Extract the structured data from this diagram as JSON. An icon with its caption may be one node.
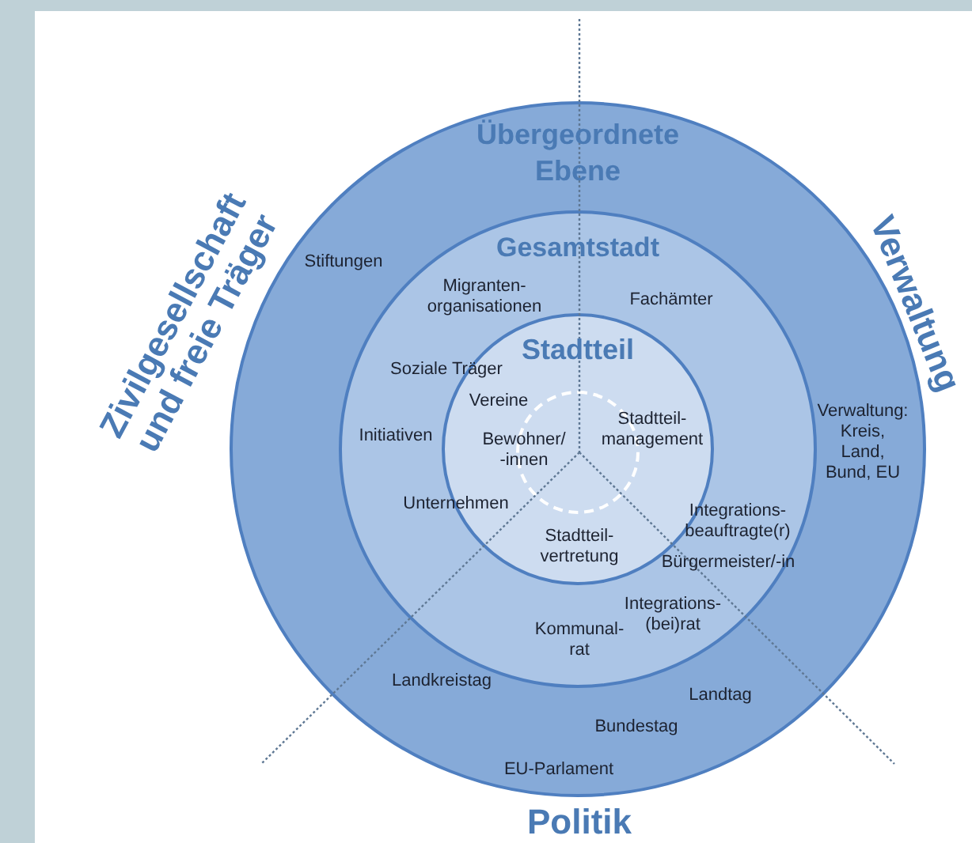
{
  "diagram": {
    "nodes": [
      {
        "text": [
          "Übergeordnete Ebene"
        ]
      },
      {
        "text": [
          "Gesamtstadt"
        ],
        "in": 0
      },
      {
        "text": [
          "Stadtteil"
        ],
        "in": 1
      },
      {
        "text": [],
        "shape": "circle",
        "in": 2
      }
    ],
    "labels": [
      "Zivilgesellschaft und freie Träger",
      "Verwaltung",
      "Stiftungen",
      "Migranten- organisationen",
      "Fachämter",
      "Soziale Träger",
      "Vereine",
      "Initiativen",
      "Bewohner/ -innen",
      "Stadtteil- management",
      "Verwaltung: Kreis, Land, Bund, EU",
      "Unternehmen",
      "Integrations- beauftragte(r)",
      "Stadtteil- vertretung",
      "Bürgermeister/-in",
      "Integrations- (bei)rat",
      "Kommunal- rat",
      "Landkreistag",
      "Landtag",
      "Bundestag",
      "EU-Parlament",
      "Politik"
    ]
  }
}
